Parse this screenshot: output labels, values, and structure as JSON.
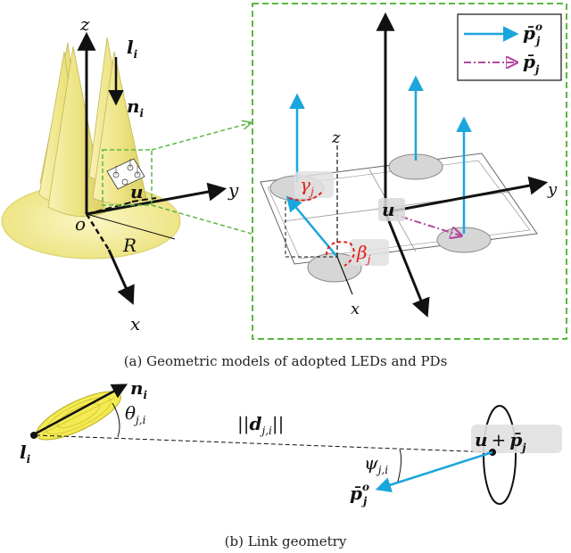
{
  "colors": {
    "cone": "#f3eb9a",
    "cone_edge": "#b8ae4a",
    "disk": "#f5ef9c",
    "blue": "#1aa6dc",
    "magenta": "#b3479d",
    "red": "#e0201b",
    "dash_green": "#5bb843",
    "pd": "#d6d6d6"
  },
  "icons": [
    "arrow-icon",
    "dash-dot-arrow-icon"
  ],
  "panel_a": {
    "caption": "(a) Geometric models of adopted LEDs and PDs",
    "axis_z": "z",
    "axis_y": "y",
    "axis_x": "x",
    "origin": "o",
    "radius": "R",
    "vec_l": "l",
    "vec_l_sub": "i",
    "vec_n": "n",
    "vec_n_sub": "i",
    "vec_u": "u",
    "inset_axis_z": "z",
    "inset_axis_x": "x",
    "inset_axis_y": "y",
    "inset_u": "u",
    "gamma": "γ",
    "gamma_sub": "j",
    "beta": "β",
    "beta_sub": "j",
    "legend": {
      "item1_main": "p̄",
      "item1_sup": "o",
      "item1_sub": "j",
      "item2_main": "p̄",
      "item2_sub": "j"
    }
  },
  "panel_b": {
    "caption": "(b) Link geometry",
    "vec_l": "l",
    "vec_l_sub": "i",
    "vec_n": "n",
    "vec_n_sub": "i",
    "theta": "θ",
    "theta_sub": "j,i",
    "dist_open": "||",
    "dist_vec": "d",
    "dist_sub": "j,i",
    "dist_close": "||",
    "psi": "ψ",
    "psi_sub": "j,i",
    "pd_pos_u": "u",
    "pd_pos_plus": "+",
    "pd_pos_p": "p̄",
    "pd_pos_sub": "j",
    "p_main": "p̄",
    "p_sup": "o",
    "p_sub": "j"
  }
}
